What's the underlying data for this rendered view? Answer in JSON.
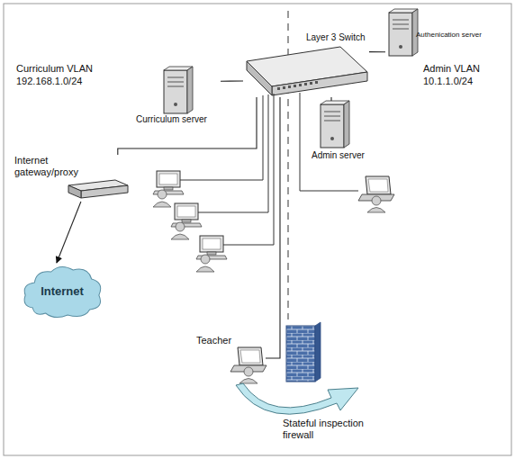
{
  "diagram": {
    "nodes": [
      {
        "text": [
          "Layer 3 Switch"
        ]
      },
      {
        "text": [
          "Authenication server"
        ]
      },
      {
        "text": [
          "Curriculum server"
        ]
      },
      {
        "text": [
          "Admin server"
        ]
      },
      {
        "text": [
          "Internet gateway/proxy"
        ]
      },
      {
        "text": [
          "Internet"
        ]
      },
      {
        "text": [
          "Teacher"
        ]
      },
      {
        "text": [
          "Stateful inspection firewall"
        ]
      }
    ],
    "edges": [
      {
        "from": 0,
        "to": 1,
        "arrow": "none"
      },
      {
        "from": 0,
        "to": 2,
        "arrow": "none"
      },
      {
        "from": 0,
        "to": 3,
        "arrow": "none"
      },
      {
        "from": 0,
        "to": 4,
        "arrow": "none"
      },
      {
        "from": 4,
        "to": 5,
        "arrow": "to"
      },
      {
        "from": 0,
        "to": 6,
        "arrow": "none"
      }
    ],
    "labels": [
      "Curriculum VLAN",
      "192.168.1.0/24",
      "Admin VLAN",
      "10.1.1.0/24"
    ]
  }
}
